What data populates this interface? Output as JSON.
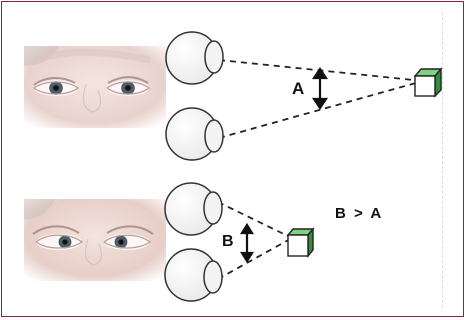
{
  "labels": {
    "far_angle": "A",
    "near_angle": "B",
    "comparison": "B > A"
  },
  "colors": {
    "frame_border": "#8d2240",
    "line": "#222222",
    "box_side": "#2f8f3d",
    "eye_white": "#f7f7f7",
    "skin": "#ead6d2",
    "iris": "#4d5c66"
  },
  "icons": {
    "top_face": "face-photo",
    "bottom_face": "face-photo",
    "eyeball": "eyeball-icon",
    "object": "cube-icon"
  }
}
